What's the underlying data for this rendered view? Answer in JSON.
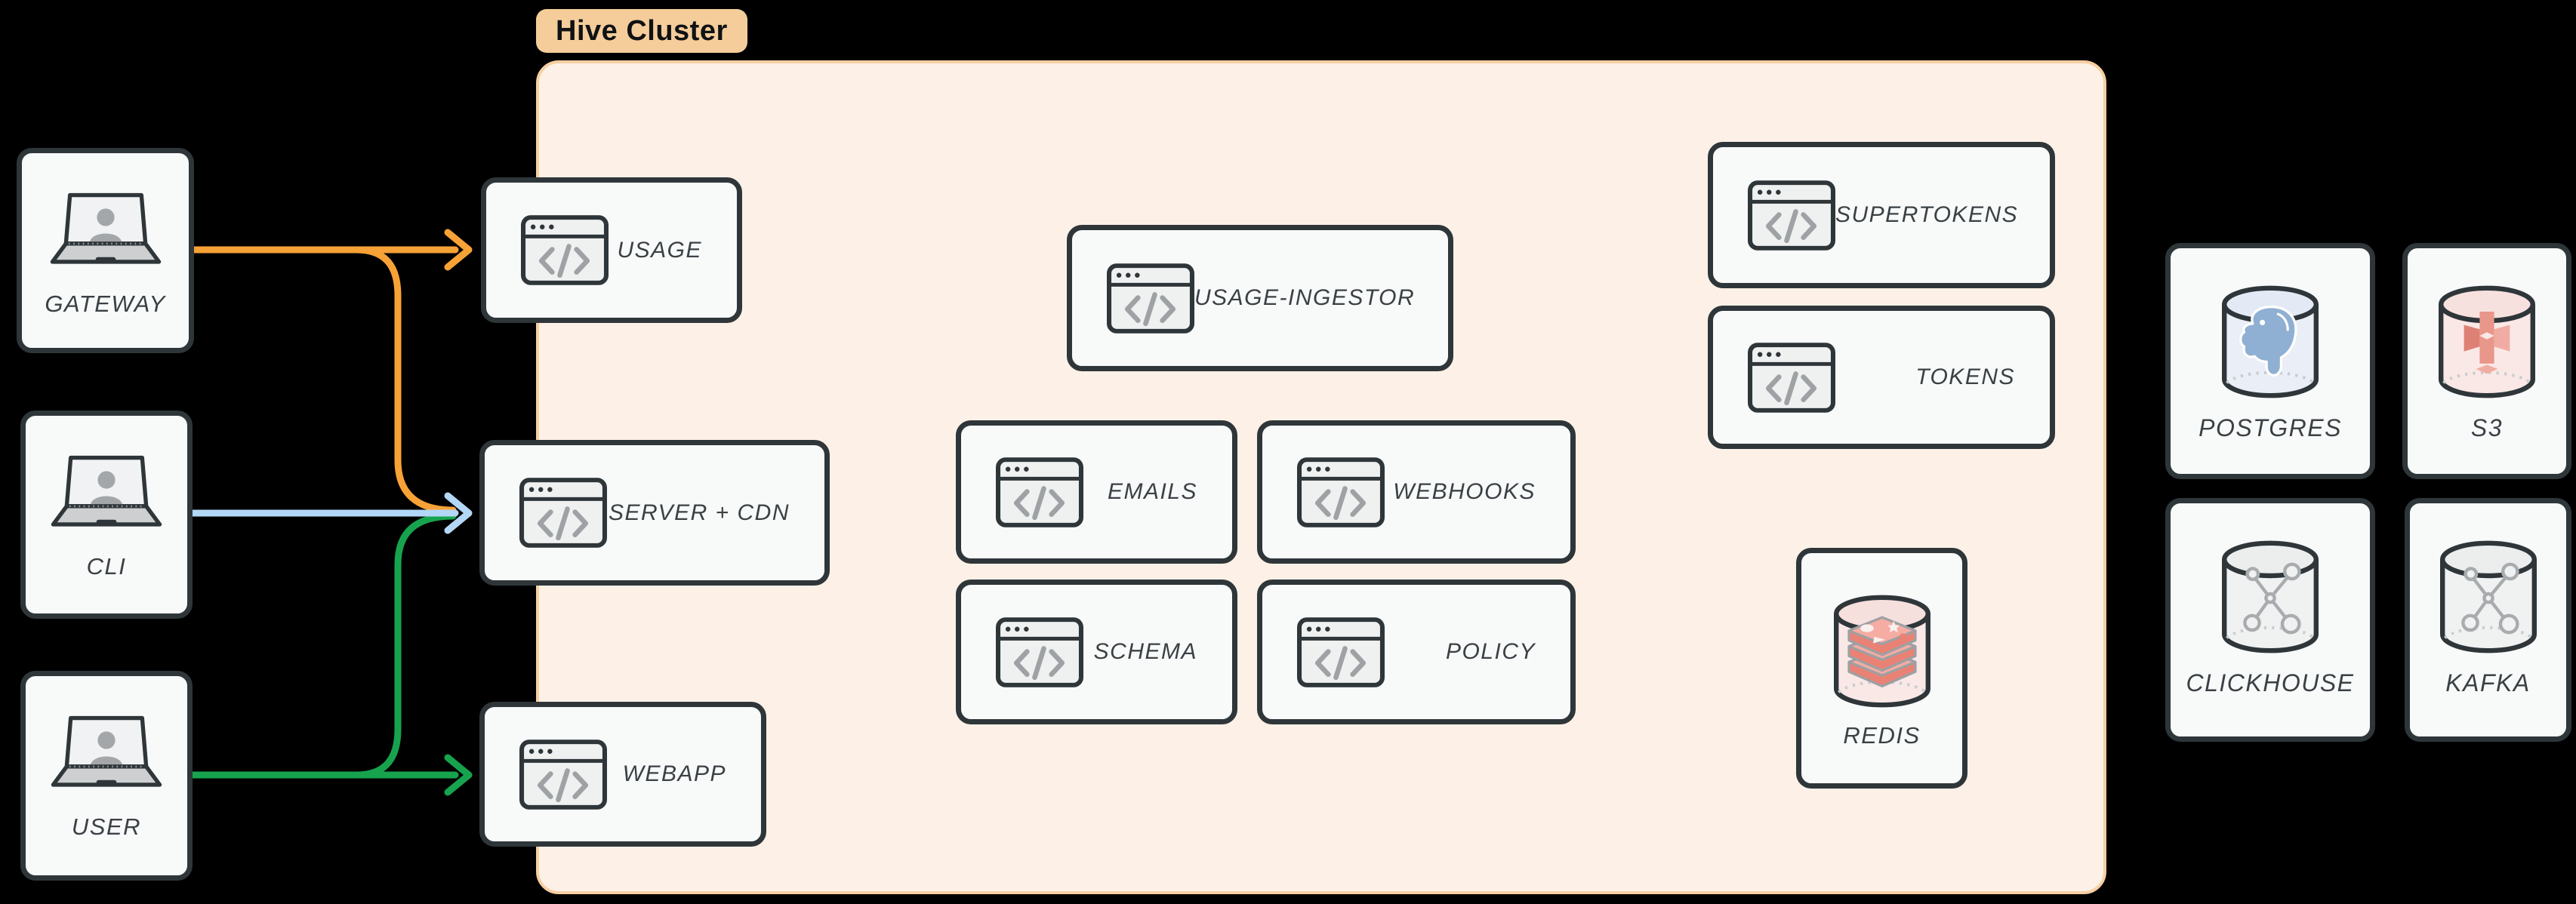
{
  "diagram": {
    "background": "#000000",
    "cluster": {
      "label": "Hive Cluster",
      "fill": "#FDF1E7",
      "border_color": "#F6CFA2",
      "badge_fill": "#F5CD9B",
      "badge_text_color": "#101214"
    },
    "clients": [
      {
        "label": "GATEWAY",
        "icon": "laptop-user-icon"
      },
      {
        "label": "CLI",
        "icon": "laptop-user-icon"
      },
      {
        "label": "USER",
        "icon": "laptop-user-icon"
      }
    ],
    "services": [
      {
        "label": "USAGE",
        "icon": "code-window-icon"
      },
      {
        "label": "SERVER + CDN",
        "icon": "code-window-icon"
      },
      {
        "label": "WEBAPP",
        "icon": "code-window-icon"
      },
      {
        "label": "USAGE-INGESTOR",
        "icon": "code-window-icon"
      },
      {
        "label": "EMAILS",
        "icon": "code-window-icon"
      },
      {
        "label": "WEBHOOKS",
        "icon": "code-window-icon"
      },
      {
        "label": "SCHEMA",
        "icon": "code-window-icon"
      },
      {
        "label": "POLICY",
        "icon": "code-window-icon"
      },
      {
        "label": "SUPERTOKENS",
        "icon": "code-window-icon"
      },
      {
        "label": "TOKENS",
        "icon": "code-window-icon"
      }
    ],
    "datastores": [
      {
        "label": "REDIS",
        "icon": "redis-cylinder-icon"
      }
    ],
    "databases": [
      {
        "label": "POSTGRES",
        "icon": "postgres-cylinder-icon"
      },
      {
        "label": "S3",
        "icon": "s3-cylinder-icon"
      },
      {
        "label": "CLICKHOUSE",
        "icon": "molecule-cylinder-icon"
      },
      {
        "label": "KAFKA",
        "icon": "molecule-cylinder-icon"
      }
    ],
    "connections": [
      {
        "from": "GATEWAY",
        "to": "USAGE",
        "color": "#F7A237"
      },
      {
        "from": "GATEWAY",
        "to": "SERVER + CDN",
        "color": "#F7A237"
      },
      {
        "from": "CLI",
        "to": "SERVER + CDN",
        "color": "#B3D7F6"
      },
      {
        "from": "USER",
        "to": "SERVER + CDN",
        "color": "#17A34E"
      },
      {
        "from": "USER",
        "to": "WEBAPP",
        "color": "#17A34E"
      }
    ],
    "node_style": {
      "fill": "#F8F9F9",
      "border": "#2F363A",
      "label_color": "#3A4145",
      "icon_gray": "#9EA2A5"
    }
  }
}
